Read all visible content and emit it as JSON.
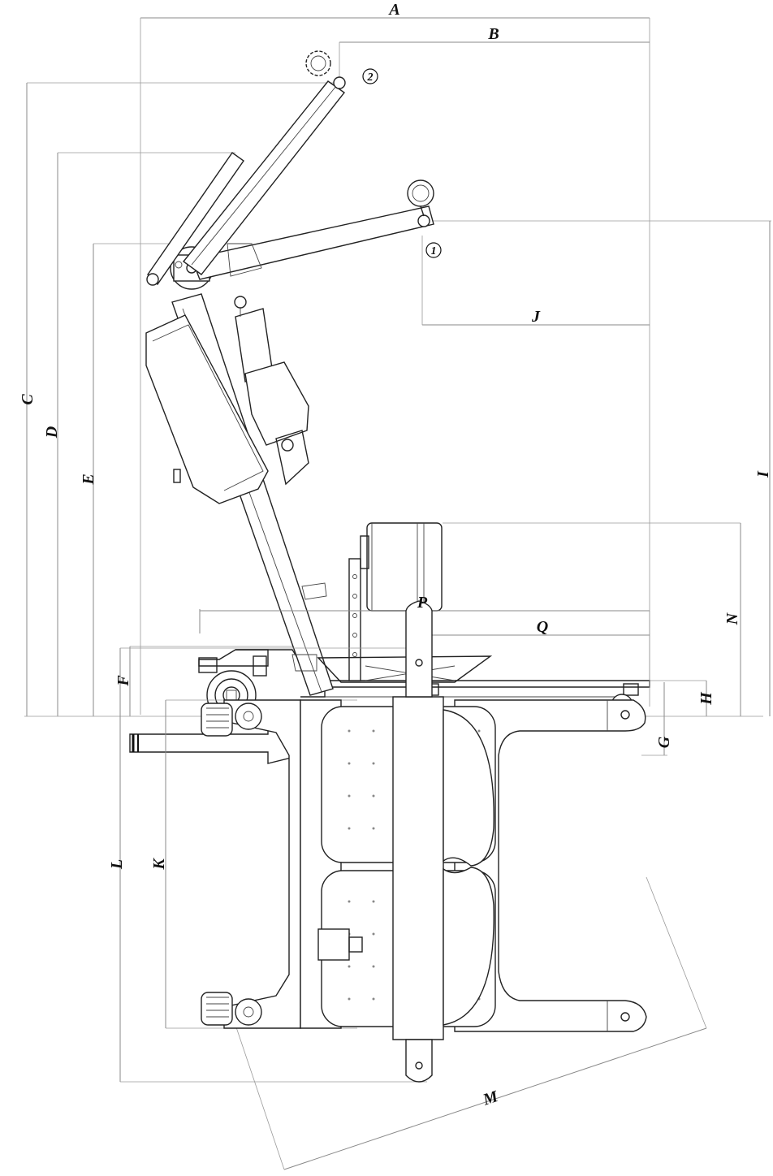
{
  "dimension_labels": {
    "A": "A",
    "B": "B",
    "C": "C",
    "D": "D",
    "E": "E",
    "F": "F",
    "G": "G",
    "H": "H",
    "I": "I",
    "J": "J",
    "K": "K",
    "L": "L",
    "M": "M",
    "N": "N",
    "P": "P",
    "Q": "Q"
  },
  "position_markers": {
    "one": "1",
    "two": "2"
  }
}
